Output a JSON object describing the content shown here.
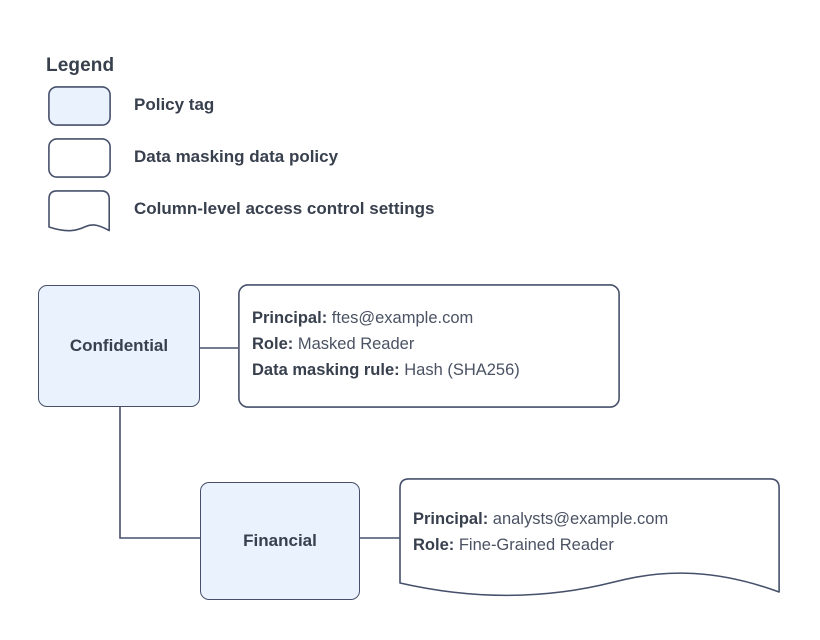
{
  "legend": {
    "title": "Legend",
    "items": [
      {
        "shape": "rounded-rect-filled",
        "label": "Policy tag",
        "fill": "#eaf2fd",
        "stroke": "#46506a"
      },
      {
        "shape": "rounded-rect",
        "label": "Data masking data policy",
        "fill": "#ffffff",
        "stroke": "#46506a"
      },
      {
        "shape": "wave-bottom-rect",
        "label": "Column-level access control settings",
        "fill": "#ffffff",
        "stroke": "#46506a"
      }
    ]
  },
  "diagram": {
    "nodes": [
      {
        "id": "confidential",
        "label": "Confidential",
        "type": "policy-tag"
      },
      {
        "id": "financial",
        "label": "Financial",
        "type": "policy-tag"
      }
    ],
    "details": [
      {
        "id": "confidential-policy",
        "shape": "rounded-rect",
        "type": "data-masking-data-policy",
        "lines": [
          {
            "key": "Principal:",
            "value": "ftes@example.com"
          },
          {
            "key": "Role:",
            "value": "Masked Reader"
          },
          {
            "key": "Data masking rule:",
            "value": "Hash (SHA256)"
          }
        ]
      },
      {
        "id": "financial-policy",
        "shape": "wave-bottom-rect",
        "type": "column-level-access-control-settings",
        "lines": [
          {
            "key": "Principal:",
            "value": "analysts@example.com"
          },
          {
            "key": "Role:",
            "value": "Fine-Grained Reader"
          }
        ]
      }
    ]
  },
  "colors": {
    "node_fill": "#eaf2fd",
    "stroke": "#46506a",
    "text": "#38404e",
    "value_text": "#4a5263",
    "background": "#ffffff"
  }
}
